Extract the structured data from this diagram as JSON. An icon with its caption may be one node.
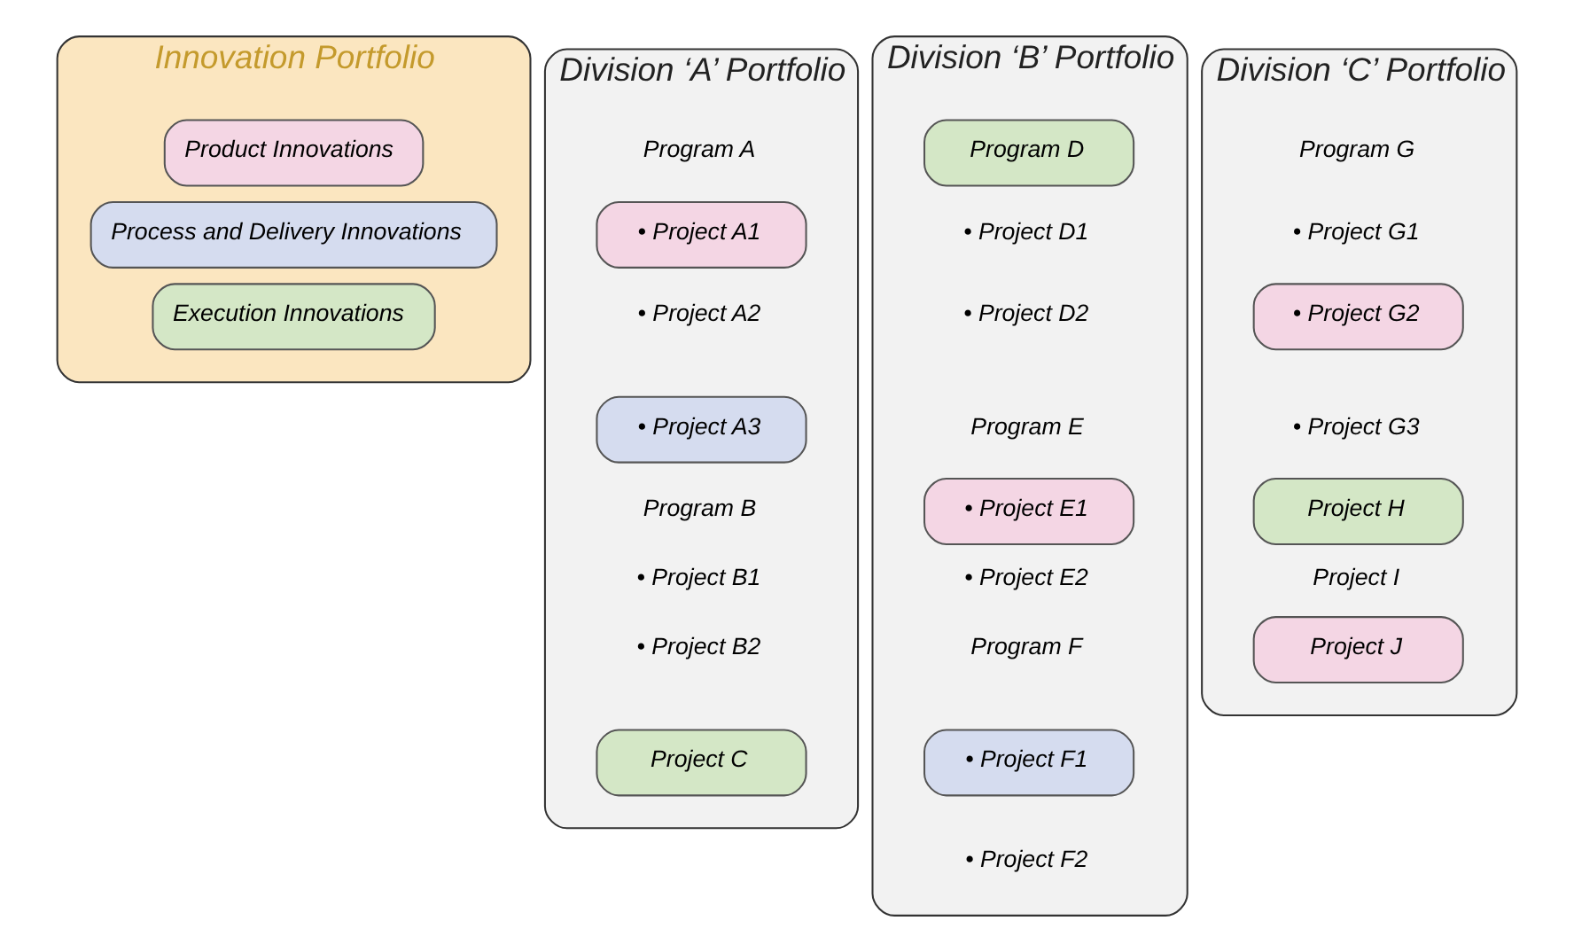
{
  "diagram": {
    "nodes": [
      {
        "text": [
          "Innovation Portfolio"
        ]
      },
      {
        "text": [
          "Product Innovations"
        ],
        "in": 0
      },
      {
        "text": [
          "Process and Delivery Innovations"
        ],
        "in": 0
      },
      {
        "text": [
          "Execution Innovations"
        ],
        "in": 0
      },
      {
        "text": [
          "Division ‘A’ Portfolio"
        ]
      },
      {
        "text": [
          "Program A"
        ],
        "in": 4
      },
      {
        "text": [
          "• Project A1"
        ],
        "in": 4
      },
      {
        "text": [
          "• Project A2"
        ],
        "in": 4
      },
      {
        "text": [
          "• Project A3"
        ],
        "in": 4
      },
      {
        "text": [
          "Program B"
        ],
        "in": 4
      },
      {
        "text": [
          "• Project B1"
        ],
        "in": 4
      },
      {
        "text": [
          "• Project B2"
        ],
        "in": 4
      },
      {
        "text": [
          "Project C"
        ],
        "in": 4
      },
      {
        "text": [
          "Division ‘B’ Portfolio"
        ]
      },
      {
        "text": [
          "Program D"
        ],
        "in": 13
      },
      {
        "text": [
          "• Project D1"
        ],
        "in": 13
      },
      {
        "text": [
          "• Project D2"
        ],
        "in": 13
      },
      {
        "text": [
          "Program E"
        ],
        "in": 13
      },
      {
        "text": [
          "• Project E1"
        ],
        "in": 13
      },
      {
        "text": [
          "• Project E2"
        ],
        "in": 13
      },
      {
        "text": [
          "Program F"
        ],
        "in": 13
      },
      {
        "text": [
          "• Project F1"
        ],
        "in": 13
      },
      {
        "text": [
          "• Project F2"
        ],
        "in": 13
      },
      {
        "text": [
          "Division ‘C’ Portfolio"
        ]
      },
      {
        "text": [
          "Program G"
        ],
        "in": 23
      },
      {
        "text": [
          "• Project G1"
        ],
        "in": 23
      },
      {
        "text": [
          "• Project G2"
        ],
        "in": 23
      },
      {
        "text": [
          "• Project G3"
        ],
        "in": 23
      },
      {
        "text": [
          "Project H"
        ],
        "in": 23
      },
      {
        "text": [
          "Project I"
        ],
        "in": 23
      },
      {
        "text": [
          "Project J"
        ],
        "in": 23
      }
    ],
    "edges": []
  }
}
